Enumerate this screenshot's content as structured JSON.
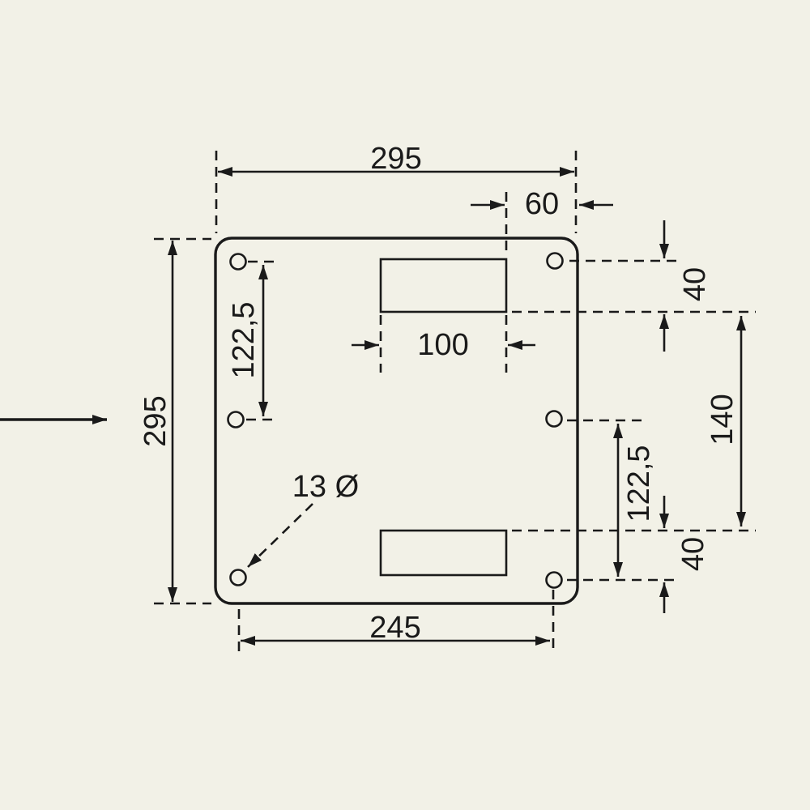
{
  "drawing": {
    "title": "mounting-plate dimension drawing",
    "part": "square plate with rounded corners, six mounting holes and two rectangular slots",
    "colors": {
      "background": "#f2f1e7",
      "line": "#1a1a1a"
    },
    "labels": {
      "top_width": "295",
      "left_height": "295",
      "top_right_offset": "60",
      "slot_width": "100",
      "left_hole_spacing": "122,5",
      "right_hole_spacing": "122,5",
      "right_top_offset": "40",
      "right_bottom_offset": "40",
      "right_span": "140",
      "bottom_hole_spacing": "245",
      "hole_diameter": "13 Ø"
    }
  }
}
